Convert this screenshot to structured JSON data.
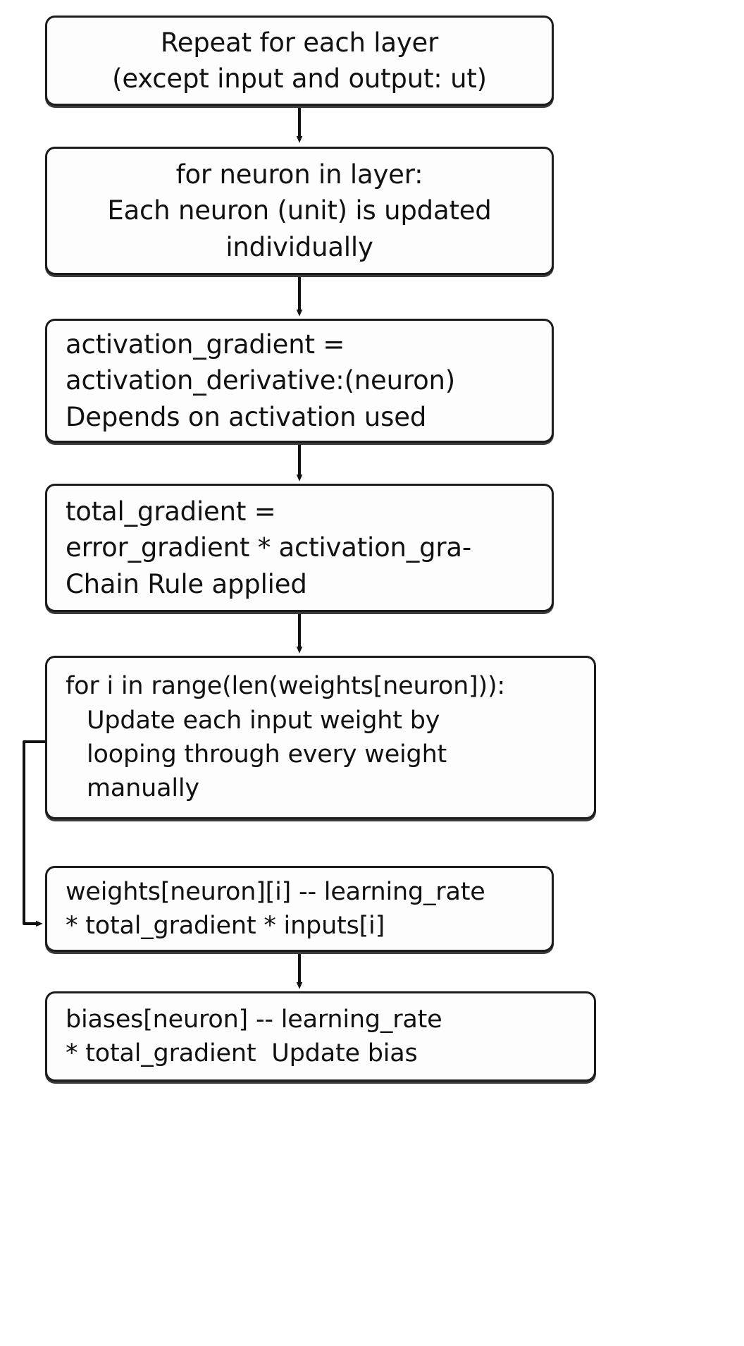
{
  "diagram": {
    "title": "Backpropagation weight-update loop flowchart",
    "background_color": "#ffffff",
    "box_fill_color": "#fdfdfd",
    "box_border_color": "#1c1c1c",
    "text_color": "#111111",
    "arrow_color": "#111111"
  },
  "nodes": [
    {
      "id": "repeat-layer",
      "align": "center",
      "lines": [
        "Repeat for each layer",
        "(except input and output: ut)"
      ]
    },
    {
      "id": "for-neuron",
      "align": "center",
      "lines": [
        "for neuron in layer:",
        "Each neuron (unit) is updated",
        "individually"
      ]
    },
    {
      "id": "activation-gradient",
      "align": "left",
      "lines": [
        "activation_gradient =",
        "activation_derivative:(neuron)",
        "Depends on activation used"
      ]
    },
    {
      "id": "total-gradient",
      "align": "left",
      "lines": [
        "total_gradient =",
        "error_gradient * activation_gra-",
        "Chain Rule applied"
      ]
    },
    {
      "id": "for-i-range",
      "align": "left",
      "lines": [
        "for i in range(len(weights[neuron])):",
        "Update each input weight by",
        "looping through every weight",
        "manually"
      ]
    },
    {
      "id": "update-weights",
      "align": "left",
      "lines": [
        "weights[neuron][i] -- learning_rate",
        "* total_gradient * inputs[i]"
      ]
    },
    {
      "id": "update-biases",
      "align": "left",
      "lines": [
        "biases[neuron] -- learning_rate",
        "* total_gradient  Update bias"
      ]
    }
  ],
  "edges": [
    {
      "id": "edge-1",
      "from": "repeat-layer",
      "to": "for-neuron",
      "kind": "arrow-down"
    },
    {
      "id": "edge-2",
      "from": "for-neuron",
      "to": "activation-gradient",
      "kind": "arrow-down"
    },
    {
      "id": "edge-3",
      "from": "activation-gradient",
      "to": "total-gradient",
      "kind": "arrow-down"
    },
    {
      "id": "edge-4",
      "from": "total-gradient",
      "to": "for-i-range",
      "kind": "arrow-down"
    },
    {
      "id": "edge-5",
      "from": "for-i-range",
      "to": "update-weights",
      "kind": "loop-left-arrow"
    },
    {
      "id": "edge-6",
      "from": "update-weights",
      "to": "update-biases",
      "kind": "arrow-down"
    }
  ]
}
